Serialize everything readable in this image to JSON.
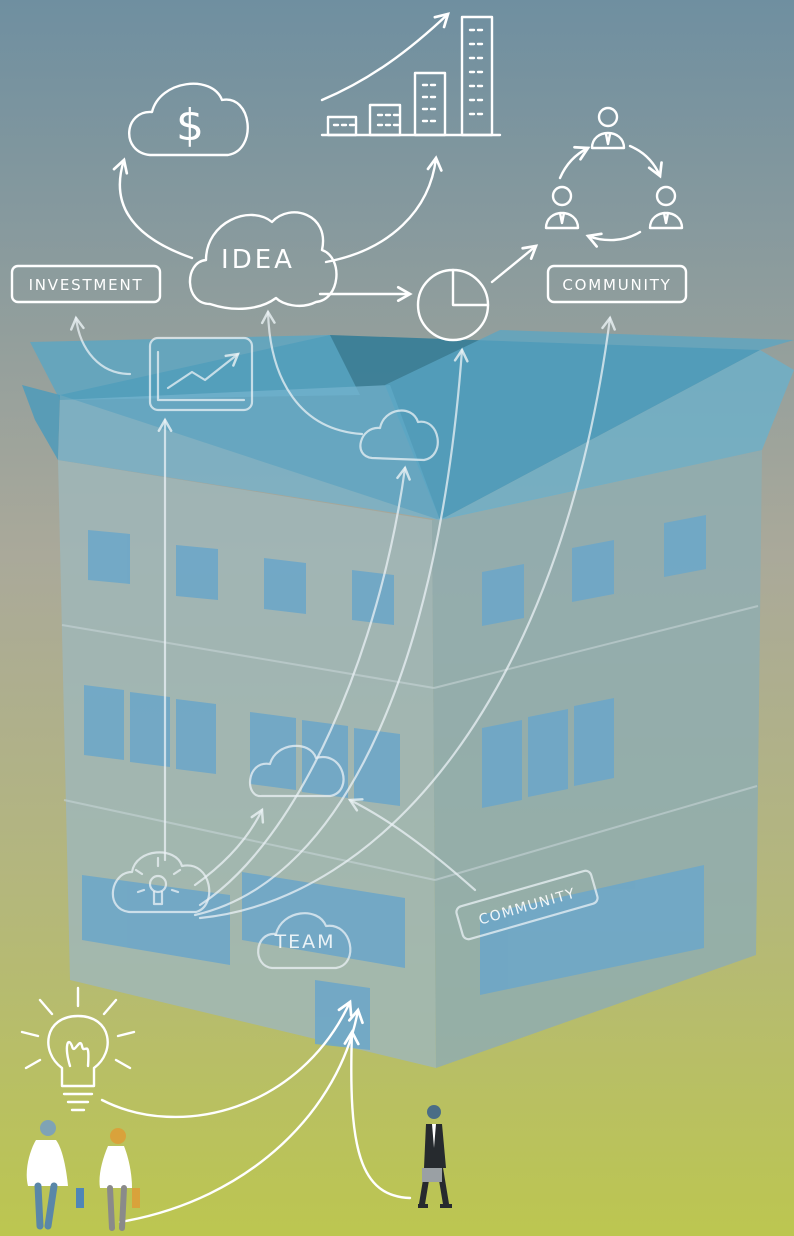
{
  "labels": {
    "investment": "INVESTMENT",
    "idea": "IDEA",
    "community_top": "COMMUNITY",
    "community_building": "COMMUNITY",
    "team": "TEAM",
    "dollar": "$"
  },
  "colors": {
    "sky_top": "#6f8fa0",
    "sky_mid": "#a8ae9c",
    "ground": "#bcc650",
    "box_flap": "#5aa6c4",
    "box_inner": "#2f7a96",
    "window": "#6ea7c8",
    "line": "#ffffff"
  },
  "icons": [
    "dollar-cloud-icon",
    "bar-chart-icon",
    "people-cycle-icon",
    "pie-chart-icon",
    "trend-chart-icon",
    "lightbulb-icon",
    "person-icon"
  ]
}
